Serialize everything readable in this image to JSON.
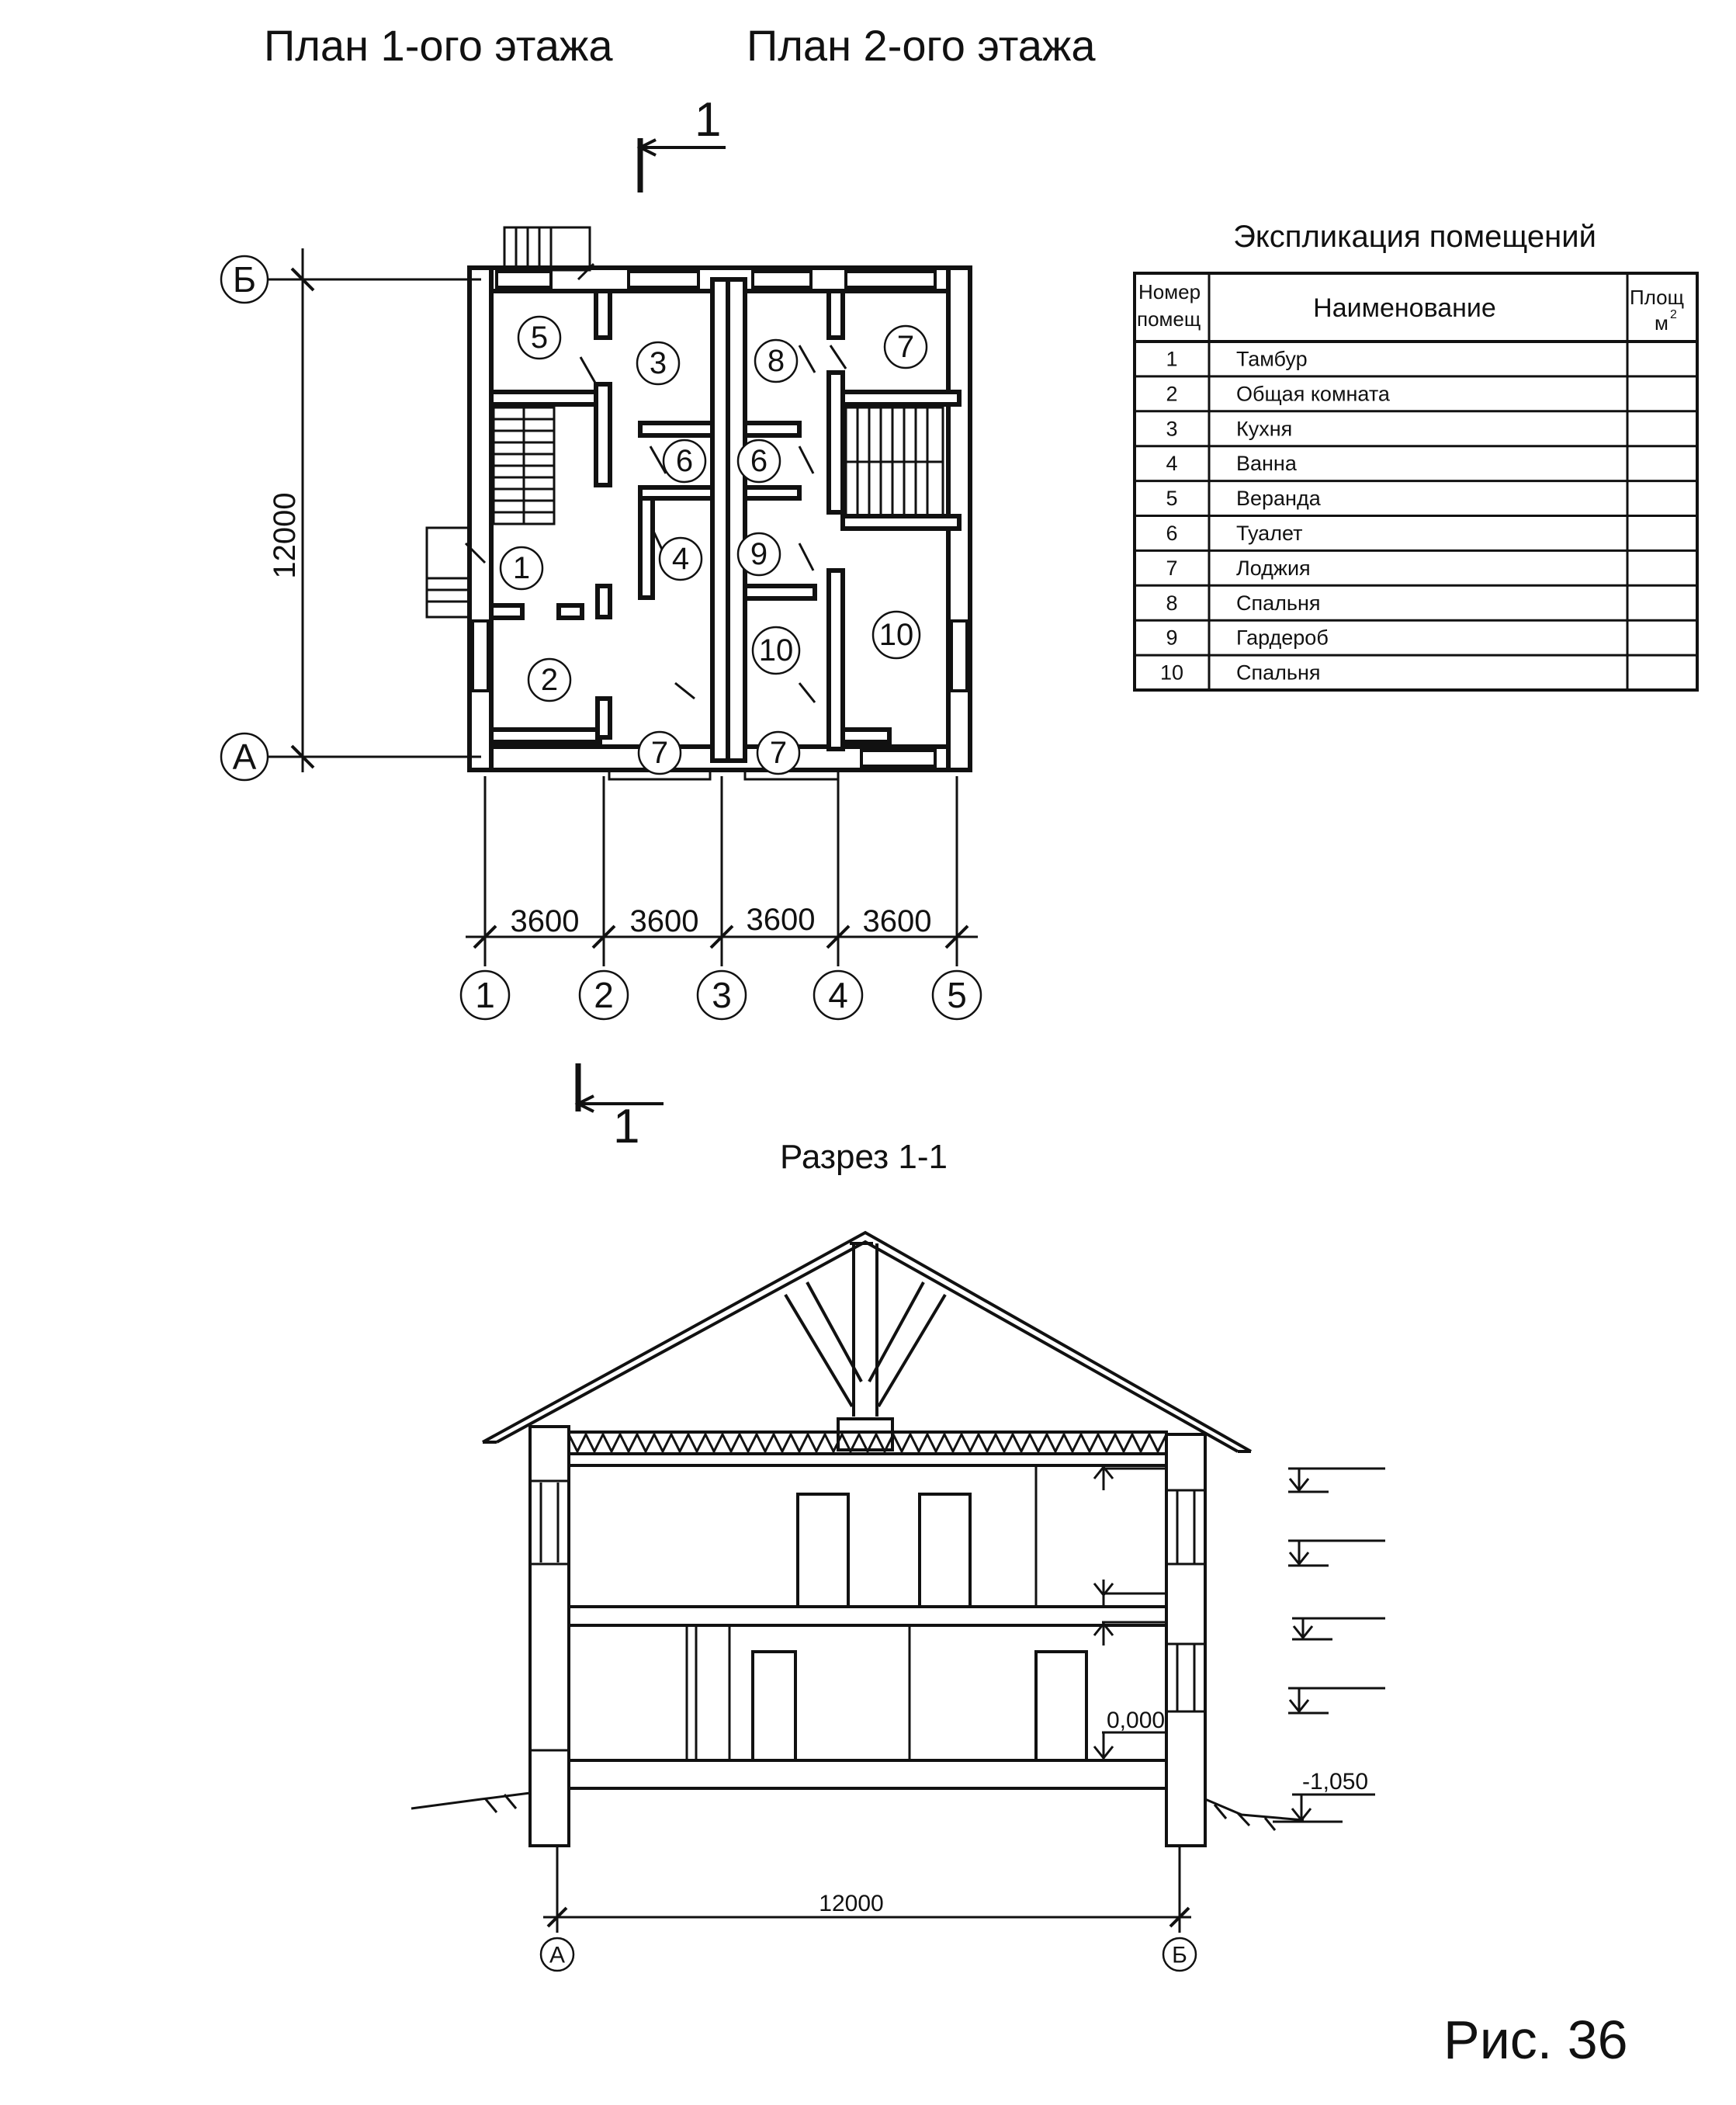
{
  "titles": {
    "plan1": "План 1-ого этажа",
    "plan2": "План 2-ого этажа",
    "section": "Разрез 1-1",
    "figure": "Рис. 36"
  },
  "section_mark": {
    "label": "1"
  },
  "plan": {
    "rooms": [
      {
        "n": "5"
      },
      {
        "n": "3"
      },
      {
        "n": "8"
      },
      {
        "n": "7"
      },
      {
        "n": "6"
      },
      {
        "n": "6"
      },
      {
        "n": "1"
      },
      {
        "n": "4"
      },
      {
        "n": "9"
      },
      {
        "n": "10"
      },
      {
        "n": "10"
      },
      {
        "n": "2"
      },
      {
        "n": "7"
      },
      {
        "n": "7"
      }
    ],
    "axes_letter": [
      "Б",
      "А"
    ],
    "axes_num": [
      "1",
      "2",
      "3",
      "4",
      "5"
    ],
    "dim_vertical": "12000",
    "dims_horizontal": [
      "3600",
      "3600",
      "3600",
      "3600"
    ]
  },
  "table": {
    "title": "Экспликация помещений",
    "headers": {
      "num_l1": "Номер",
      "num_l2": "помещ",
      "name": "Наименование",
      "area_l1": "Площ",
      "area_l2": "м",
      "area_sup": "2"
    },
    "rows": [
      {
        "n": "1",
        "name": "Тамбур",
        "area": ""
      },
      {
        "n": "2",
        "name": "Общая комната",
        "area": ""
      },
      {
        "n": "3",
        "name": "Кухня",
        "area": ""
      },
      {
        "n": "4",
        "name": "Ванна",
        "area": ""
      },
      {
        "n": "5",
        "name": "Веранда",
        "area": ""
      },
      {
        "n": "6",
        "name": "Туалет",
        "area": ""
      },
      {
        "n": "7",
        "name": "Лоджия",
        "area": ""
      },
      {
        "n": "8",
        "name": "Спальня",
        "area": ""
      },
      {
        "n": "9",
        "name": "Гардероб",
        "area": ""
      },
      {
        "n": "10",
        "name": "Спальня",
        "area": ""
      }
    ]
  },
  "section": {
    "level_zero": "0,000",
    "level_ground": "-1,050",
    "dim_total": "12000",
    "axes": [
      "А",
      "Б"
    ]
  }
}
